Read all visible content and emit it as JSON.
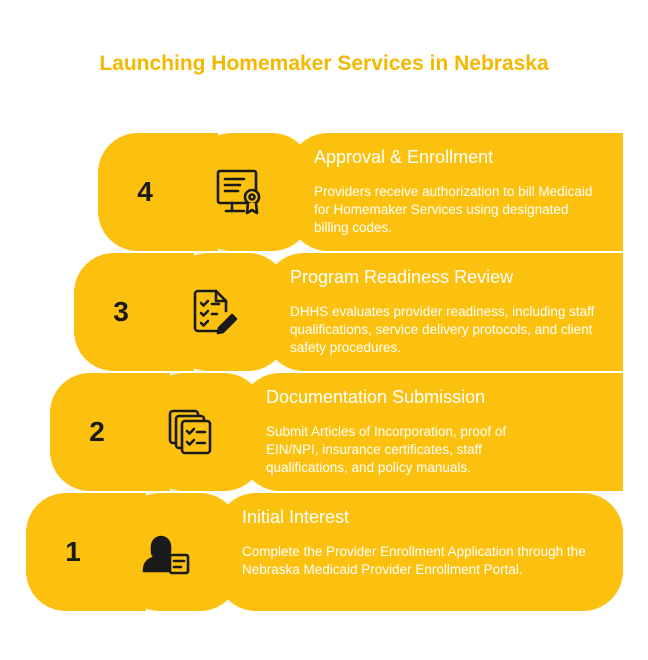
{
  "title": "Launching Homemaker Services in Nebraska",
  "colors": {
    "accent": "#fcc10f",
    "title": "#f5b800",
    "text": "#ffffff",
    "number": "#1a1a1a"
  },
  "steps": [
    {
      "number": "4",
      "heading": "Approval & Enrollment",
      "description": "Providers receive authorization to bill Medicaid for Homemaker Services using designated billing codes.",
      "icon": "certificate-monitor-icon"
    },
    {
      "number": "3",
      "heading": "Program Readiness Review",
      "description": "DHHS evaluates provider readiness, including staff qualifications, service delivery protocols, and client safety procedures.",
      "icon": "checklist-pen-icon"
    },
    {
      "number": "2",
      "heading": "Documentation Submission",
      "description": "Submit Articles of Incorporation, proof of EIN/NPI, insurance certificates, staff qualifications, and policy manuals.",
      "icon": "stacked-checklists-icon"
    },
    {
      "number": "1",
      "heading": "Initial Interest",
      "description": "Complete the Provider Enrollment Application through the Nebraska Medicaid Provider Enrollment Portal.",
      "icon": "person-form-icon"
    }
  ]
}
